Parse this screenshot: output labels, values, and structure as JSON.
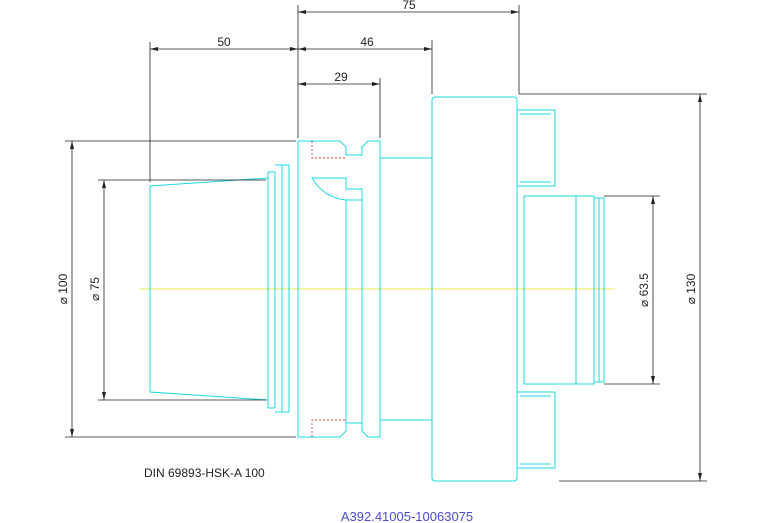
{
  "dimensions": {
    "overall_length": "75",
    "shank_length": "50",
    "flange_offset": "46",
    "groove_offset": "29",
    "dia_100": "⌀ 100",
    "dia_75": "⌀ 75",
    "dia_63_5": "⌀ 63.5",
    "dia_130": "⌀ 130"
  },
  "standard_label": "DIN 69893-HSK-A 100",
  "part_number": "A392.41005-10063075",
  "colors": {
    "outline": "#17d9e6",
    "dimension": "#222222",
    "centerline": "#e8e84a",
    "hidden": "#e23b3b",
    "part_number": "#4a4ad8"
  }
}
